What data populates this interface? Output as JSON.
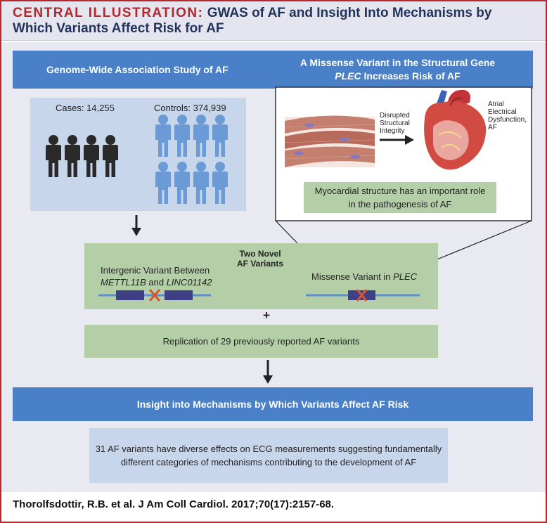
{
  "title": {
    "lead": "CENTRAL ILLUSTRATION:",
    "rest": " GWAS of AF and Insight Into Mechanisms by",
    "line2": "Which Variants Affect Risk for AF"
  },
  "gwas": {
    "heading": "Genome-Wide Association Study of AF",
    "cases_label": "Cases: 14,255",
    "controls_label": "Controls: 374,939"
  },
  "missense_panel": {
    "heading_line1": "A Missense Variant in the Structural Gene",
    "heading_gene": "PLEC",
    "heading_line2_rest": " Increases Risk of AF",
    "disrupted_label": [
      "Disrupted",
      "Structural",
      "Integrity"
    ],
    "atrial_label": [
      "Atrial",
      "Electrical",
      "Dysfunction,",
      "AF"
    ],
    "note_line1": "Myocardial structure has an important role",
    "note_line2": "in the pathogenesis of AF"
  },
  "novel_variants": {
    "heading_line1": "Two Novel",
    "heading_line2": "AF Variants",
    "intergenic_line1": "Intergenic Variant Between",
    "intergenic_gene1": "METTL11B",
    "intergenic_and": " and ",
    "intergenic_gene2": "LINC01142",
    "missense_prefix": "Missense Variant in ",
    "missense_gene": "PLEC"
  },
  "plus_sign": "+",
  "replication": "Replication of 29 previously reported AF variants",
  "insight_heading": "Insight into Mechanisms by Which Variants Affect AF Risk",
  "conclusion": {
    "line1": "31 AF variants have diverse effects on ECG measurements suggesting fundamentally",
    "line2": "different categories of mechanisms contributing to the development of AF"
  },
  "citation": "Thorolfsdottir, R.B. et al. J Am Coll Cardiol. 2017;70(17):2157-68.",
  "colors": {
    "frame_red": "#b3282d",
    "title_navy": "#22345a",
    "banner_blue": "#4a80c7",
    "people_box_blue": "#c8d6eb",
    "green_panel": "#b4cfa8",
    "conclusion_box": "#c8d6eb",
    "case_figure": "#2a2a2a",
    "control_figure": "#6b9bd6",
    "variant_x": "#d9552b",
    "gene_block": "#3e3f86",
    "dna_line": "#5d8fd0"
  }
}
